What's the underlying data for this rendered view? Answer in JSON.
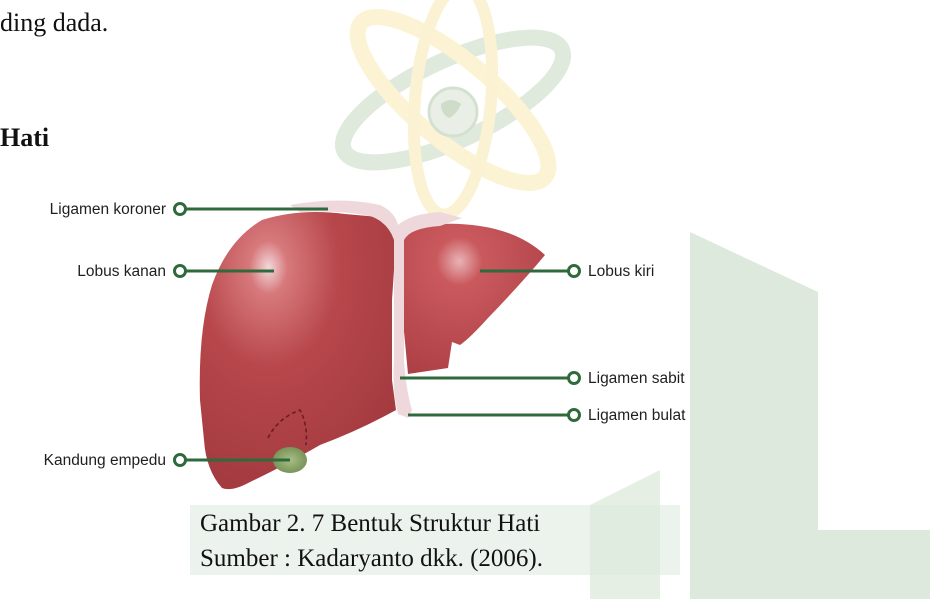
{
  "page": {
    "top_text": "ding dada.",
    "section_heading": "Hati"
  },
  "figure": {
    "labels": {
      "ligamen_koroner": "Ligamen koroner",
      "lobus_kanan": "Lobus kanan",
      "lobus_kiri": "Lobus kiri",
      "ligamen_sabit": "Ligamen sabit",
      "ligamen_bulat": "Ligamen bulat",
      "kandung_empedu": "Kandung empedu"
    },
    "colors": {
      "liver": "#b5474a",
      "liver_dark": "#8f2f35",
      "ligament": "#efd9dc",
      "leader_line": "#2f6a3c",
      "gallbladder": "#7d9a5a"
    }
  },
  "caption": {
    "line1": "Gambar 2. 7 Bentuk Struktur Hati",
    "line2": "Sumber : Kadaryanto dkk. (2006)."
  },
  "watermark": {
    "colors": {
      "green": "#dde9dc",
      "yellow": "#faf1cf"
    },
    "icon": "atom-globe-logo"
  }
}
